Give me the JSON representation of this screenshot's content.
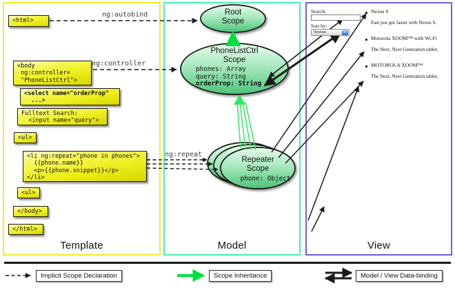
{
  "columns": [
    {
      "key": "template",
      "label": "Template",
      "border_color": "#f2ec2a"
    },
    {
      "key": "model",
      "label": "Model",
      "border_color": "#46f0b0"
    },
    {
      "key": "view",
      "label": "View",
      "border_color": "#6f5fe0"
    }
  ],
  "template": {
    "boxes": [
      {
        "id": "html-open",
        "text": "<html>",
        "bold": false
      },
      {
        "id": "body-open",
        "text": "<body\n ng:controller=\n \"PhoneListCtrl\">",
        "bold": false
      },
      {
        "id": "select-tag",
        "text": "<select name=\"orderProp\"\n  ...>",
        "bold": true
      },
      {
        "id": "search-input",
        "text": "Fulltext Search:\n  <input name=\"query\">",
        "bold": false
      },
      {
        "id": "ul-open",
        "text": "<ul>",
        "bold": false
      },
      {
        "id": "li-repeat",
        "text": "<li ng:repeat=\"phone in phones\">\n  {{phone.name}}\n  <p>{{phone.snippet}}</p>\n</li>",
        "bold": false
      },
      {
        "id": "ul-close",
        "text": "<ul>",
        "bold": false
      },
      {
        "id": "body-close",
        "text": "</body>",
        "bold": false
      },
      {
        "id": "html-close",
        "text": "</html>",
        "bold": false
      }
    ]
  },
  "edge_labels": {
    "autobind": "ng:autobind",
    "controller": "ng:controller",
    "repeat": "ng:repeat"
  },
  "model": {
    "scopes": [
      {
        "id": "root-scope",
        "title": "Root\nScope",
        "title_lines": [
          "Root",
          "Scope"
        ],
        "props": []
      },
      {
        "id": "phonelistctrl-scope",
        "title_lines": [
          "PhoneListCtrl",
          "Scope"
        ],
        "props": [
          {
            "text": "phones: Array",
            "bold": false
          },
          {
            "text": "query: String",
            "bold": false
          },
          {
            "text": "orderProp: String",
            "bold": true
          }
        ]
      },
      {
        "id": "repeater-scope",
        "title_lines": [
          "Repeater",
          "Scope"
        ],
        "props": [
          {
            "text": "phone: Object",
            "bold": false
          }
        ]
      }
    ],
    "fill_top": "#ddf7e4",
    "fill_bottom": "#56c97e"
  },
  "view": {
    "search_label": "Search:",
    "search_value": "",
    "sort_label": "Sort by:",
    "sort_selected": "Newest",
    "sort_options": [
      "Newest"
    ],
    "phones": [
      {
        "name": "Nexus S",
        "snippet": "Fast just got faster with Nexus S."
      },
      {
        "name": "Motorola XOOM™  with Wi-Fi",
        "snippet": "The Next, Next Generation tablet."
      },
      {
        "name": "MOTOROLA XOOM™",
        "snippet": "The Next, Next Generation tablet."
      }
    ]
  },
  "legend": {
    "items": [
      {
        "id": "implicit-scope-declaration",
        "label": "Implicit Scope Declaration",
        "style": "dashed-arrow",
        "color": "#1a1a1a"
      },
      {
        "id": "scope-inheritance",
        "label": "Scope Inheritance",
        "style": "green-arrow",
        "color": "#00e03c"
      },
      {
        "id": "model-view-data-binding",
        "label": "Model / View Data-binding",
        "style": "double-arrow",
        "color": "#1a1a1a"
      }
    ]
  }
}
